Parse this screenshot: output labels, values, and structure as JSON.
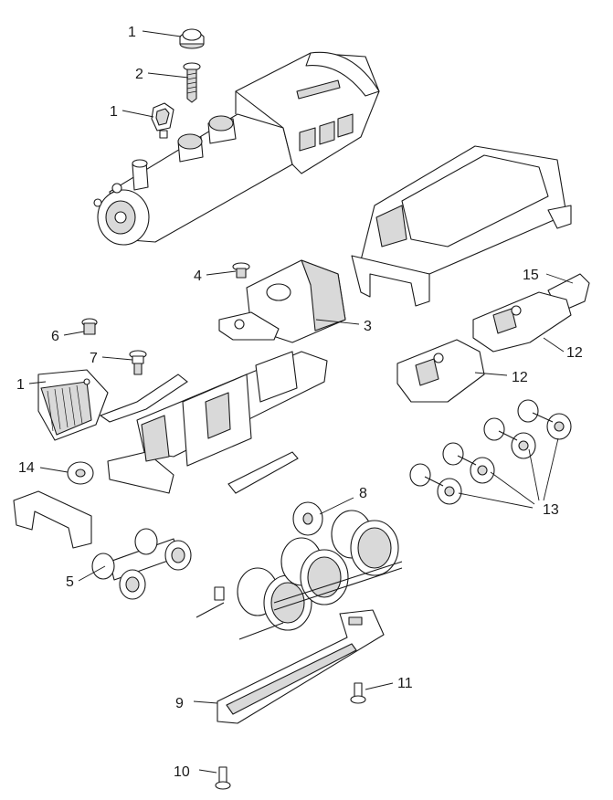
{
  "callouts": {
    "c1a": "1",
    "c2": "2",
    "c1b": "1",
    "c4": "4",
    "c3": "3",
    "c6": "6",
    "c7": "7",
    "c1c": "1",
    "c14": "14",
    "c5": "5",
    "c8": "8",
    "c15": "15",
    "c12a": "12",
    "c12b": "12",
    "c13": "13",
    "c11": "11",
    "c9": "9",
    "c10": "10"
  }
}
